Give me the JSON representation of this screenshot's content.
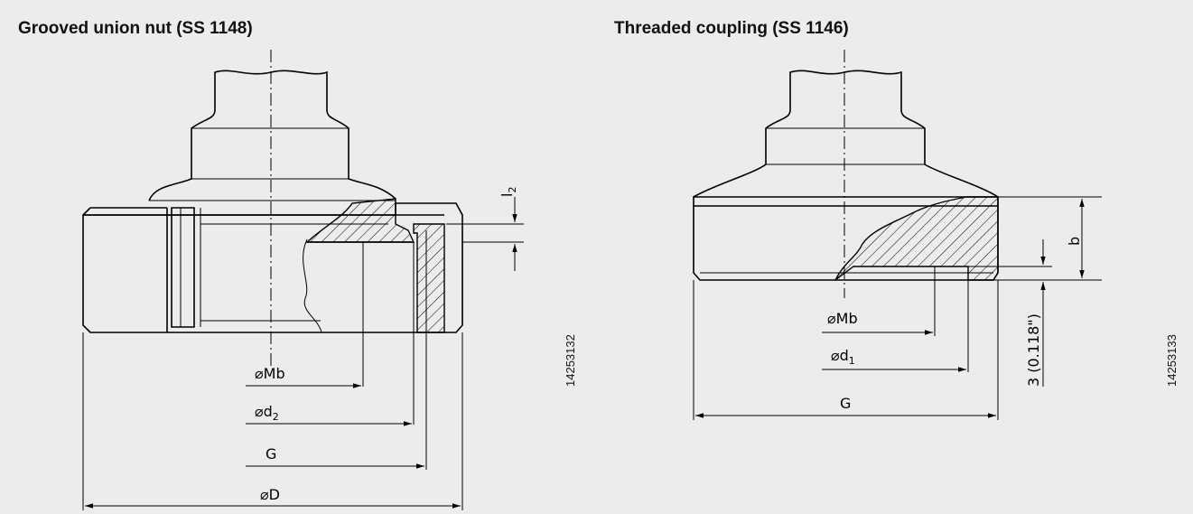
{
  "left": {
    "title": "Grooved union nut (SS 1148)",
    "doc_id": "14253132",
    "dims": {
      "l2": "l",
      "l2_sub": "2",
      "mb": "⌀Mb",
      "d2": "⌀d",
      "d2_sub": "2",
      "g": "G",
      "d": "⌀D"
    }
  },
  "right": {
    "title": "Threaded coupling (SS 1146)",
    "doc_id": "14253133",
    "dims": {
      "b": "b",
      "three": "3 (0.118\")",
      "mb": "⌀Mb",
      "d1": "⌀d",
      "d1_sub": "1",
      "g": "G"
    }
  }
}
